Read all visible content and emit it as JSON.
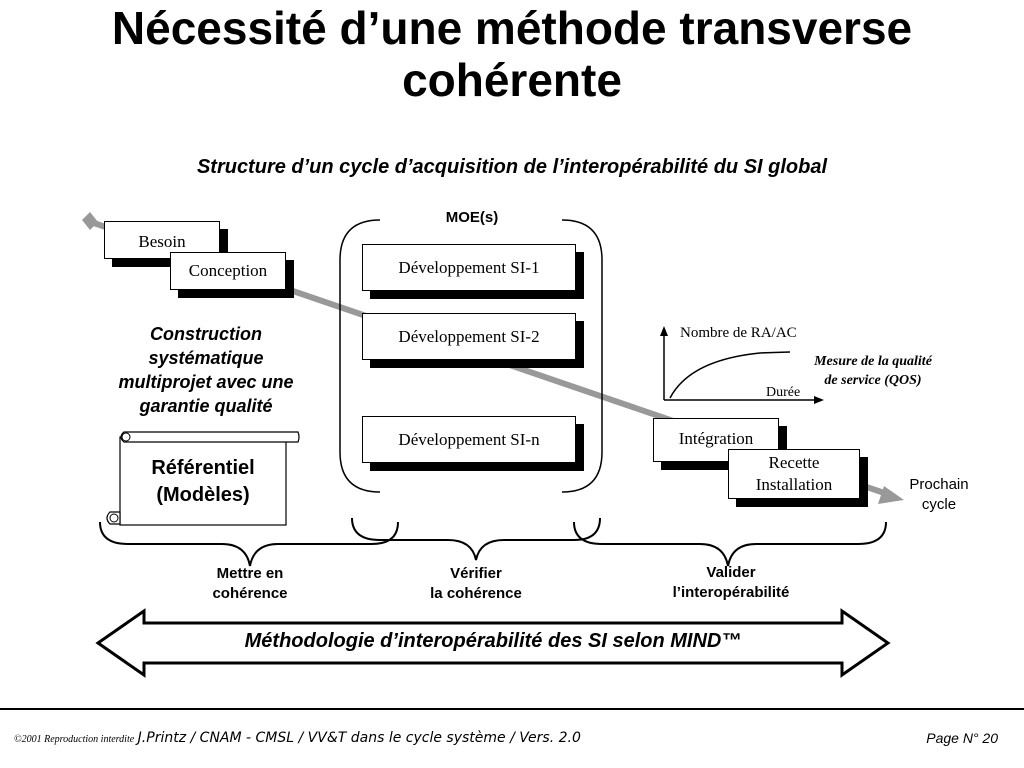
{
  "title_line1": "Nécessité d’une méthode transverse",
  "title_line2": "cohérente",
  "subtitle": "Structure d’un cycle d’acquisition de l’interopérabilité du SI global",
  "moe_label": "MOE(s)",
  "boxes": {
    "besoin": "Besoin",
    "conception": "Conception",
    "dev1": "Développement SI-1",
    "dev2": "Développement SI-2",
    "devn": "Développement SI-n",
    "integration": "Intégration",
    "recette_line1": "Recette",
    "recette_line2": "Installation"
  },
  "construction": [
    "Construction",
    "systématique",
    "multiprojet avec une",
    "garantie qualité"
  ],
  "referentiel": [
    "Référentiel",
    "(Modèles)"
  ],
  "qos_chart": {
    "y_label": "Nombre de RA/AC",
    "x_label": "Durée",
    "caption_line1": "Mesure de la qualité",
    "caption_line2": "de service (QOS)"
  },
  "prochain": [
    "Prochain",
    "cycle"
  ],
  "braces": {
    "left": [
      "Mettre en",
      "cohérence"
    ],
    "middle": [
      "Vérifier",
      "la cohérence"
    ],
    "right": [
      "Valider",
      "l’interopérabilité"
    ]
  },
  "methodology_banner": "Méthodologie d’interopérabilité des SI selon MIND™",
  "footer": {
    "copyright": "©2001 Reproduction interdite",
    "text": "J.Printz / CNAM - CMSL / VV&T dans le cycle système / Vers. 2.0",
    "page": "Page N° 20"
  },
  "colors": {
    "timeline": "#999999",
    "ink": "#000000"
  }
}
